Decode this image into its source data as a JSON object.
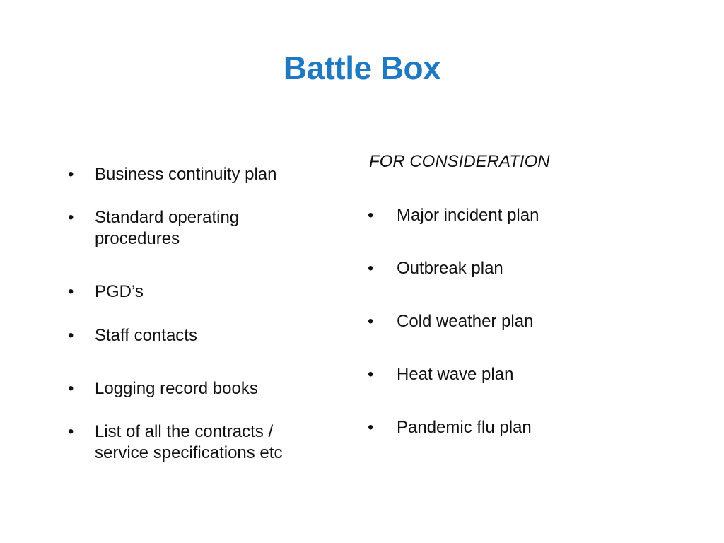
{
  "slide": {
    "title": "Battle Box"
  },
  "left_list": {
    "bullet": "•",
    "items": [
      "Business continuity plan",
      "Standard operating procedures",
      "PGD’s",
      "Staff contacts",
      "Logging record books",
      "List of all the contracts / service specifications etc"
    ]
  },
  "right_list": {
    "heading": "FOR CONSIDERATION",
    "bullet": "•",
    "items": [
      "Major incident plan",
      "Outbreak plan",
      "Cold weather plan",
      "Heat wave plan",
      "Pandemic flu plan"
    ]
  },
  "colors": {
    "title": "#1f7ac2",
    "text": "#111111",
    "background": "#ffffff"
  }
}
